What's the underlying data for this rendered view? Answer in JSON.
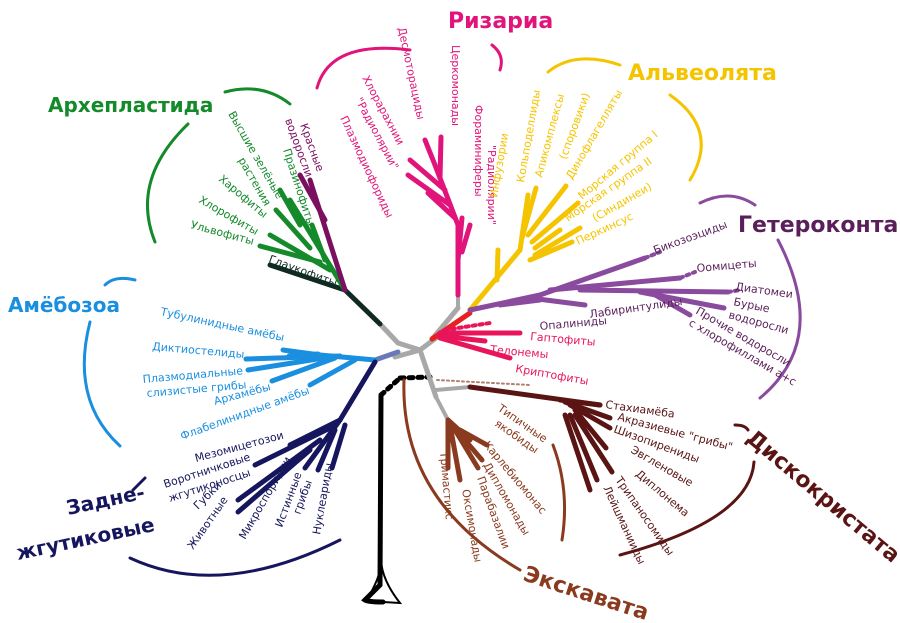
{
  "title": "Эукариоты — филогенетическое древо",
  "colors": {
    "rhizaria": "#e0147a",
    "alveolata": "#f5c400",
    "heterokonta": "#8a4a9e",
    "heterokonta_title": "#5a1f5a",
    "haptophyta": "#e8155a",
    "archaeplastida": "#148a2a",
    "red_algae": "#7a1060",
    "glaucophyta": "#0f2a22",
    "amoebozoa": "#1a8fe0",
    "opisthokonta": "#16165e",
    "excavata": "#8a3a1e",
    "discicristata": "#5a1414",
    "trunk": "#a8a8a8",
    "root": "#000000",
    "center_red": "#e82020"
  },
  "groups": {
    "rhizaria": {
      "title": "Ризариа",
      "taxa": [
        "Десмоторациды",
        "Церкомонады",
        "Хлорарахнии",
        "\"Радиолярии\"",
        "Плазмодиофориды",
        "Фораминиферы",
        "\"Радиолярии\""
      ]
    },
    "alveolata": {
      "title": "Альвеолята",
      "taxa": [
        "Инфузории",
        "Кольподеллиды",
        "Апикомплексы",
        "(споровики)",
        "Динофлагелляты",
        "Морская группа I",
        "Морская группа II",
        "(Синдинеи)",
        "Перкинсус"
      ]
    },
    "heterokonta": {
      "title": "Гетероконта",
      "taxa": [
        "Бикозоэциды",
        "Оомицеты",
        "Диатомеи",
        "Бурые",
        "водоросли",
        "Прочие водоросли",
        "с хлорофиллами а+с",
        "Лабиринтулиды",
        "Опалиниды"
      ]
    },
    "haptophyta": {
      "taxa": [
        "Гаптофиты",
        "Телонемы",
        "Криптофиты"
      ]
    },
    "archaeplastida": {
      "title": "Архепластида",
      "taxa": [
        "Высшие зелёные",
        "растения",
        "Харофиты",
        "Хлорофиты",
        "Ульвофиты",
        "Празинофиты",
        "Красные",
        "водоросли",
        "Глаукофиты"
      ]
    },
    "amoebozoa": {
      "title": "Амёбозоа",
      "taxa": [
        "Тубулинидные амёбы",
        "Диктиостелиды",
        "Плазмодиальные",
        "слизистые грибы",
        "Архамёбы",
        "Флабелинидные амёбы"
      ]
    },
    "opisthokonta": {
      "title_line1": "Задне-",
      "title_line2": "жгутиковые",
      "taxa": [
        "Мезомицетозои",
        "Воротничковые",
        "жгутиконосцы",
        "Губки",
        "Животные",
        "Микроспоридии",
        "Истинные",
        "грибы",
        "Нуклеариды"
      ]
    },
    "excavata": {
      "title": "Экскавата",
      "taxa": [
        "Типичные",
        "якобиды",
        "Карлебиомонас",
        "Дипломонады",
        "Парабазалии",
        "Оксимонады",
        "Тримастикс"
      ]
    },
    "discicristata": {
      "title": "Дискокристата",
      "taxa": [
        "Стахиамёба",
        "Акразиевые \"грибы\"",
        "Шизопирениды",
        "Эвгленовые",
        "Диплонема",
        "Трипаносомиды",
        "Лейшманииды"
      ]
    }
  }
}
